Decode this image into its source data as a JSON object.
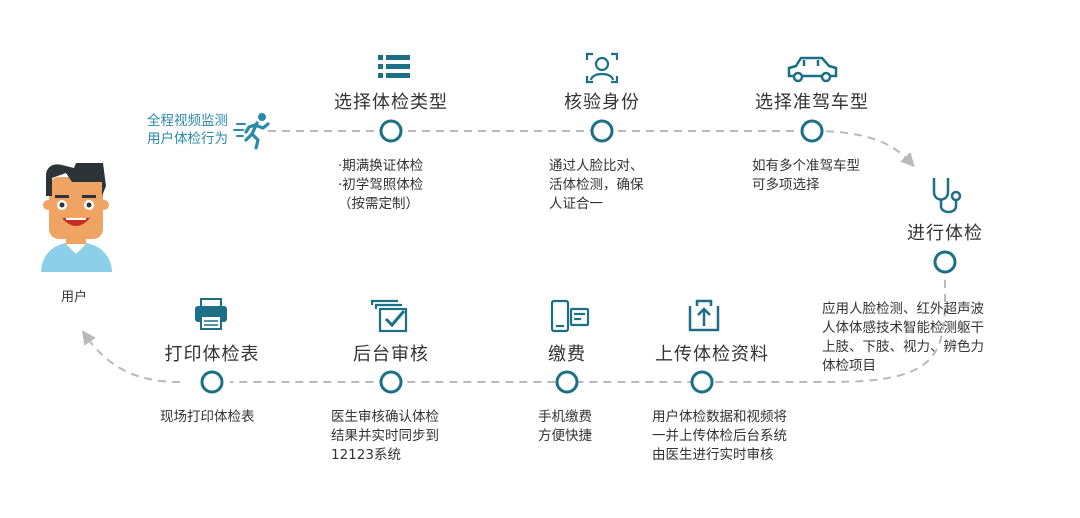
{
  "monitor": {
    "line1": "全程视频监测",
    "line2": "用户体检行为"
  },
  "user": {
    "label": "用户"
  },
  "steps": [
    {
      "title": "选择体检类型",
      "icon": "list-icon",
      "desc": [
        "·期满换证体检",
        "·初学驾照体检",
        "（按需定制）"
      ]
    },
    {
      "title": "核验身份",
      "icon": "face-scan-icon",
      "desc": [
        "通过人脸比对、",
        "活体检测，确保",
        "人证合一"
      ]
    },
    {
      "title": "选择准驾车型",
      "icon": "car-icon",
      "desc": [
        "如有多个准驾车型",
        "可多项选择"
      ]
    },
    {
      "title": "进行体检",
      "icon": "stethoscope-icon",
      "desc": [
        "应用人脸检测、红外超声波",
        "人体体感技术智能检测躯干",
        "上肢、下肢、视力、辨色力",
        "体检项目"
      ]
    },
    {
      "title": "上传体检资料",
      "icon": "upload-icon",
      "desc": [
        "用户体检数据和视频将",
        "一并上传体检后台系统",
        "由医生进行实时审核"
      ]
    },
    {
      "title": "缴费",
      "icon": "mobile-pay-icon",
      "desc": [
        "手机缴费",
        "方便快捷"
      ]
    },
    {
      "title": "后台审核",
      "icon": "checklist-icon",
      "desc": [
        "医生审核确认体检",
        "结果并实时同步到",
        "12123系统"
      ]
    },
    {
      "title": "打印体检表",
      "icon": "printer-icon",
      "desc": [
        "现场打印体检表"
      ]
    }
  ],
  "colors": {
    "teal": "#1b6f86",
    "teal_light": "#2a8aa8",
    "path": "#b9b9b9",
    "skin": "#f0a463",
    "shirt": "#8ccfe8"
  }
}
